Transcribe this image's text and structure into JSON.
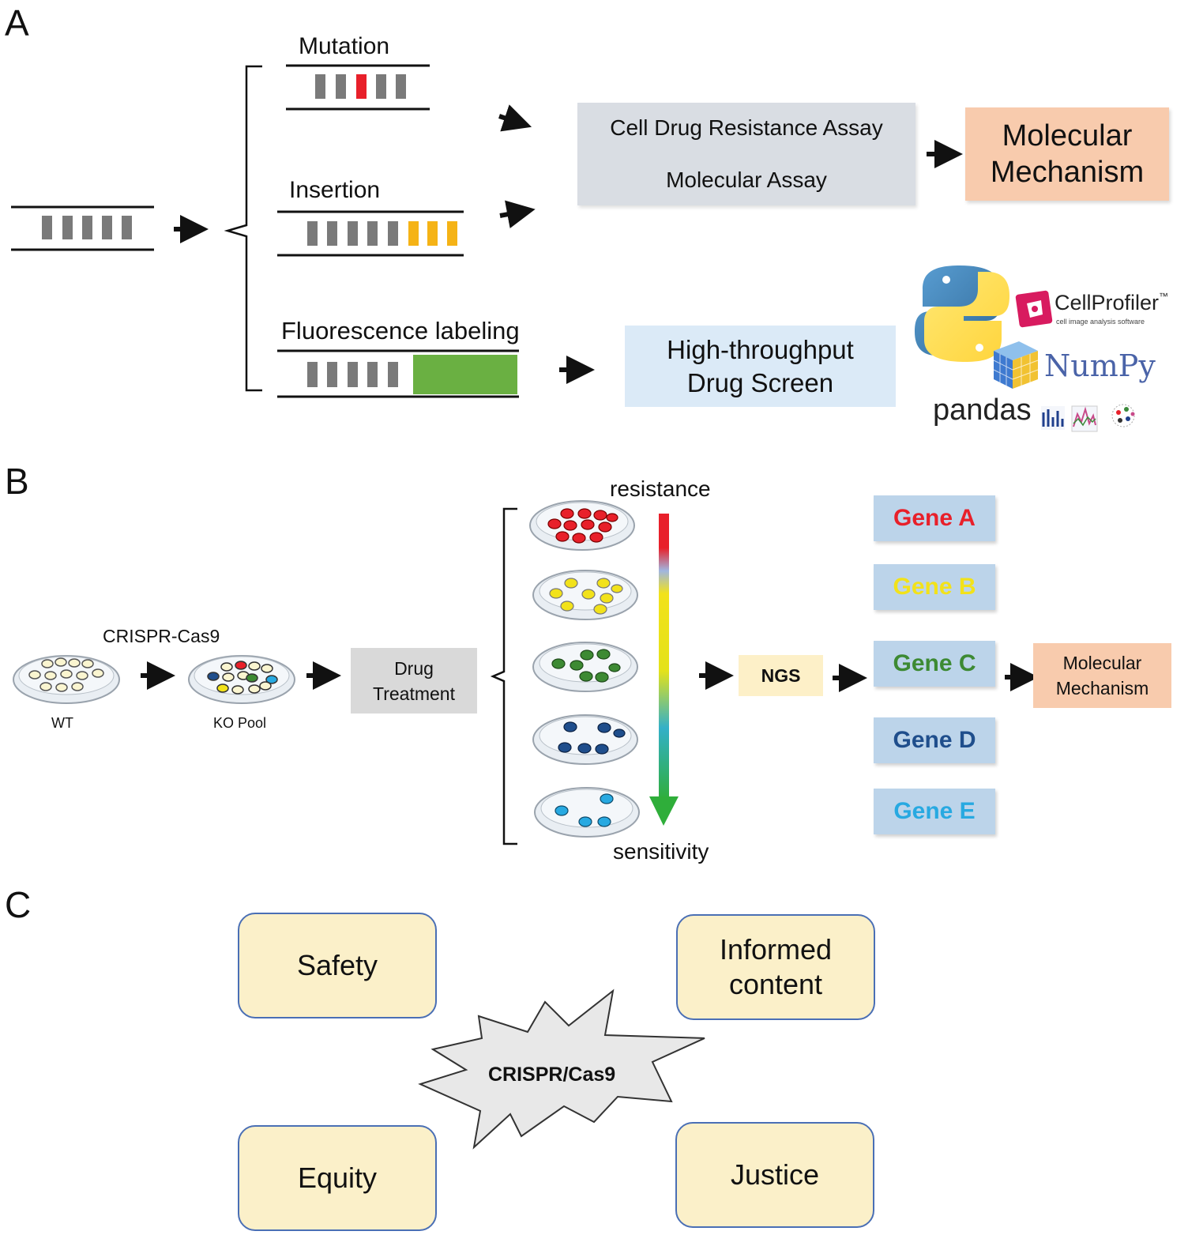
{
  "panels": {
    "a": "A",
    "b": "B",
    "c": "C"
  },
  "panel_a": {
    "mutation_label": "Mutation",
    "insertion_label": "Insertion",
    "fluorescence_label": "Fluorescence labeling",
    "assay_line1": "Cell Drug Resistance Assay",
    "assay_line2": "Molecular Assay",
    "mechanism_line1": "Molecular",
    "mechanism_line2": "Mechanism",
    "screen_line1": "High-throughput",
    "screen_line2": "Drug Screen",
    "logos": {
      "cellprofiler": "CellProfiler",
      "cellprofiler_tm": "™",
      "cellprofiler_sub": "cell image analysis software",
      "numpy": "NumPy",
      "pandas": "pandas"
    }
  },
  "panel_b": {
    "crispr_label": "CRISPR-Cas9",
    "wt_label": "WT",
    "ko_label": "KO Pool",
    "drug_line1": "Drug",
    "drug_line2": "Treatment",
    "resistance_label": "resistance",
    "sensitivity_label": "sensitivity",
    "ngs_label": "NGS",
    "genes": [
      {
        "label": "Gene A",
        "color": "#e8202a"
      },
      {
        "label": "Gene B",
        "color": "#f2e21a"
      },
      {
        "label": "Gene C",
        "color": "#3d8a33"
      },
      {
        "label": "Gene D",
        "color": "#1f4e8c"
      },
      {
        "label": "Gene E",
        "color": "#27a9e1"
      }
    ],
    "mechanism_line1": "Molecular",
    "mechanism_line2": "Mechanism"
  },
  "panel_c": {
    "center_label": "CRISPR/Cas9",
    "safety": "Safety",
    "informed_line1": "Informed",
    "informed_line2": "content",
    "equity": "Equity",
    "justice": "Justice"
  },
  "colors": {
    "bar_gray": "#7a7a7a",
    "mutation_red": "#e8202a",
    "insertion_yellow": "#f5b316",
    "fluorescence_green": "#6ab042",
    "assay_box": "#d9dde3",
    "mechanism_box": "#f8cbad",
    "screen_box": "#dbeaf7",
    "ngs_box": "#fdf0c8",
    "drug_box": "#d9d9d9",
    "ethic_box": "#fbf0c9"
  }
}
